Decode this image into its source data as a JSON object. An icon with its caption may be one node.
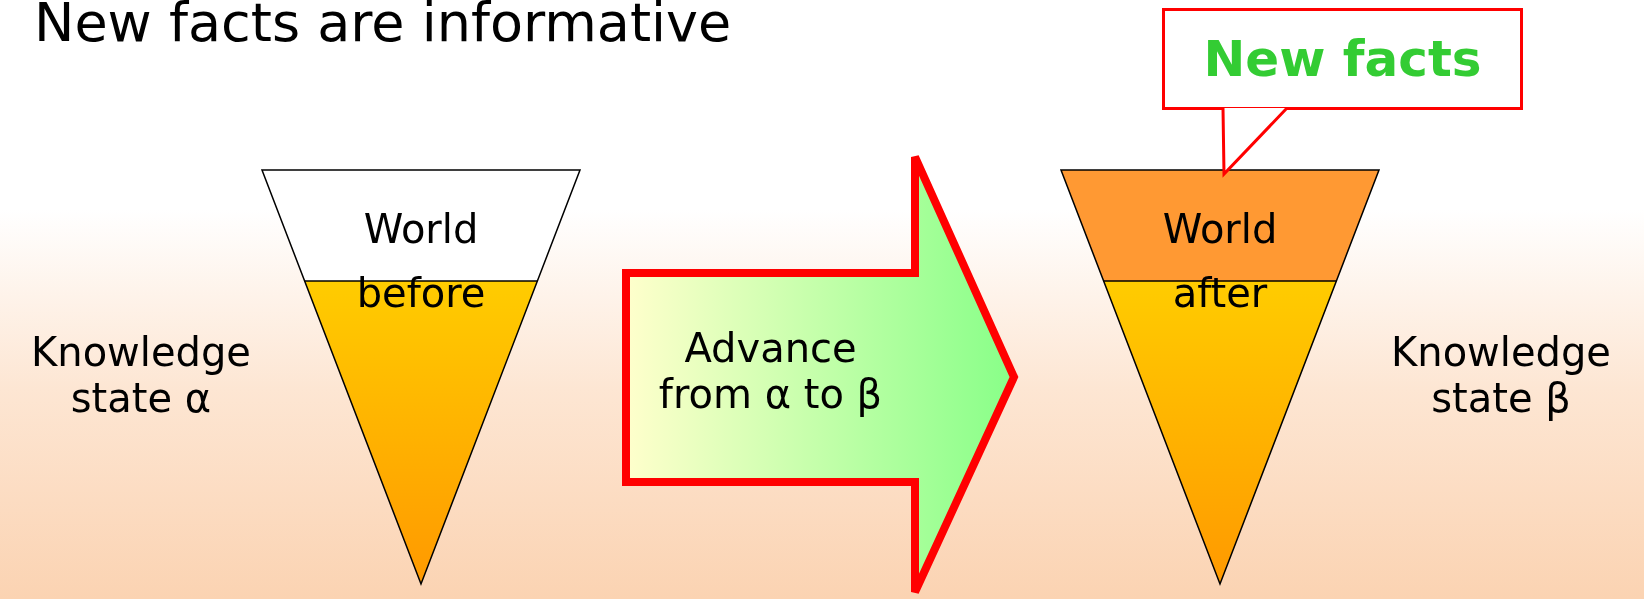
{
  "diagram": {
    "title": "New facts are informative",
    "nodes": [
      {
        "text": [
          "World",
          "before"
        ],
        "beside": [
          "Knowledge state α"
        ]
      },
      {
        "text": [
          "World",
          "after"
        ],
        "beside": [
          "Knowledge state β"
        ]
      },
      {
        "text": [
          "New facts"
        ]
      }
    ],
    "edges": [
      {
        "from": 0,
        "to": 1,
        "arrow": "to",
        "label": "Advance from α to β"
      },
      {
        "from": 2,
        "to": 1,
        "arrow": "to"
      }
    ]
  }
}
